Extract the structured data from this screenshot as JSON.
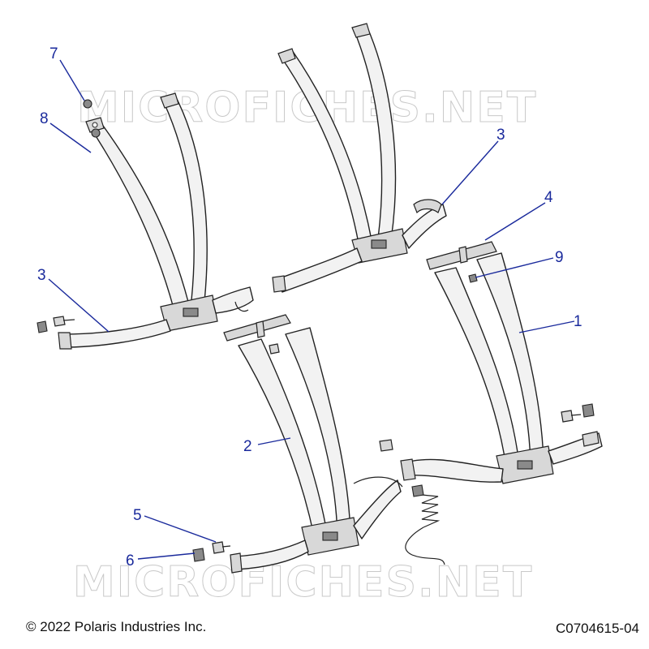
{
  "watermark": "MICROFICHES.NET",
  "callouts": {
    "c1": "1",
    "c2": "2",
    "c3a": "3",
    "c3b": "3",
    "c4": "4",
    "c5": "5",
    "c6": "6",
    "c7": "7",
    "c8": "8",
    "c9": "9"
  },
  "footer": {
    "copyright": "© 2022 Polaris Industries Inc.",
    "figure_id": "C0704615-04"
  },
  "colors": {
    "callout": "#1a2a9c",
    "line": "#222222",
    "belt_fill": "#f2f2f2"
  }
}
